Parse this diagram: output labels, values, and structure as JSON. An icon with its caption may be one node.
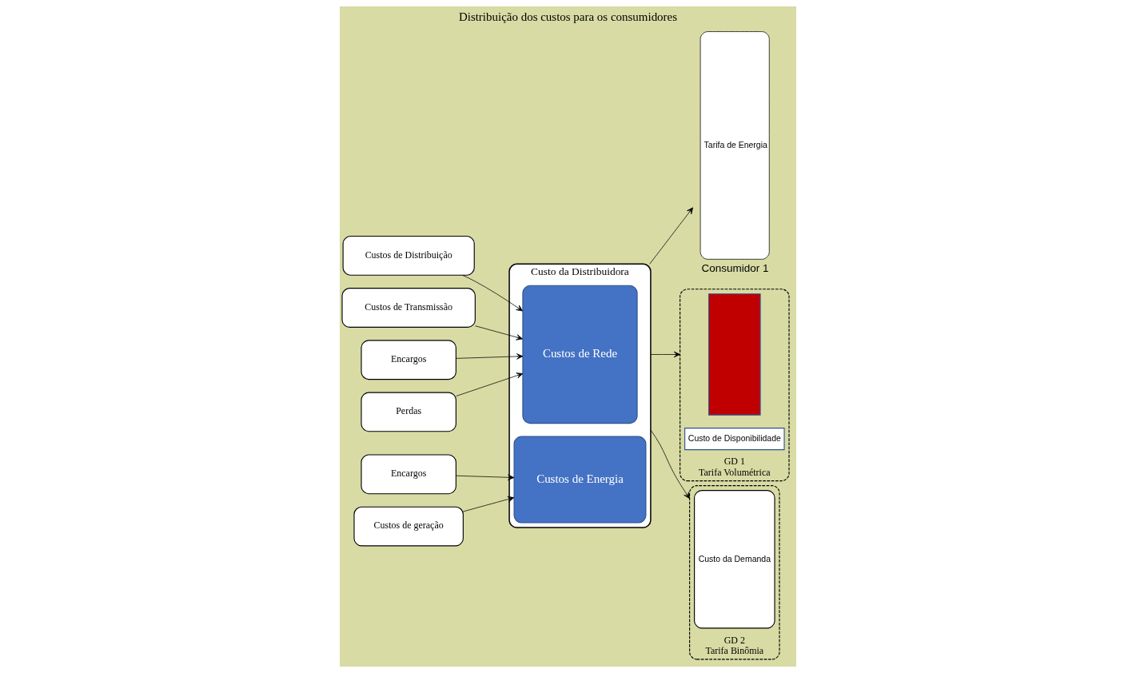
{
  "diagram": {
    "title": "Distribuição dos custos para os consumidores",
    "nodes": [
      {
        "text": [
          "Custos de Distribuição"
        ]
      },
      {
        "text": [
          "Custos de Transmissão"
        ]
      },
      {
        "text": [
          "Encargos"
        ]
      },
      {
        "text": [
          "Perdas"
        ]
      },
      {
        "text": [
          "Encargos"
        ]
      },
      {
        "text": [
          "Custos de geração"
        ]
      },
      {
        "text": [
          "Custo da Distribuidora"
        ]
      },
      {
        "text": [
          "Custos de Rede"
        ],
        "in": 6
      },
      {
        "text": [
          "Custos de Energia"
        ],
        "in": 6
      },
      {
        "text": [
          "Tarifa de Energia"
        ],
        "beside": [
          "Consumidor 1"
        ]
      },
      {
        "text": [],
        "shape": "box",
        "beside": [
          "GD 1",
          "Tarifa Volumétrica"
        ]
      },
      {
        "text": [],
        "shape": "box",
        "in": 10
      },
      {
        "text": [
          "Custo de Disponibilidade"
        ],
        "in": 10
      },
      {
        "text": [],
        "shape": "box",
        "beside": [
          "GD 2",
          "Tarifa Binômia"
        ]
      },
      {
        "text": [
          "Custo da Demanda"
        ],
        "in": 13
      }
    ],
    "edges": [
      {
        "from": 0,
        "to": 7,
        "arrow": "to"
      },
      {
        "from": 1,
        "to": 7,
        "arrow": "to"
      },
      {
        "from": 2,
        "to": 7,
        "arrow": "to"
      },
      {
        "from": 3,
        "to": 7,
        "arrow": "to"
      },
      {
        "from": 4,
        "to": 8,
        "arrow": "to"
      },
      {
        "from": 5,
        "to": 8,
        "arrow": "to"
      },
      {
        "from": 6,
        "to": 9,
        "arrow": "to"
      },
      {
        "from": 6,
        "to": 10,
        "arrow": "to"
      },
      {
        "from": 6,
        "to": 13,
        "arrow": "to"
      }
    ]
  }
}
